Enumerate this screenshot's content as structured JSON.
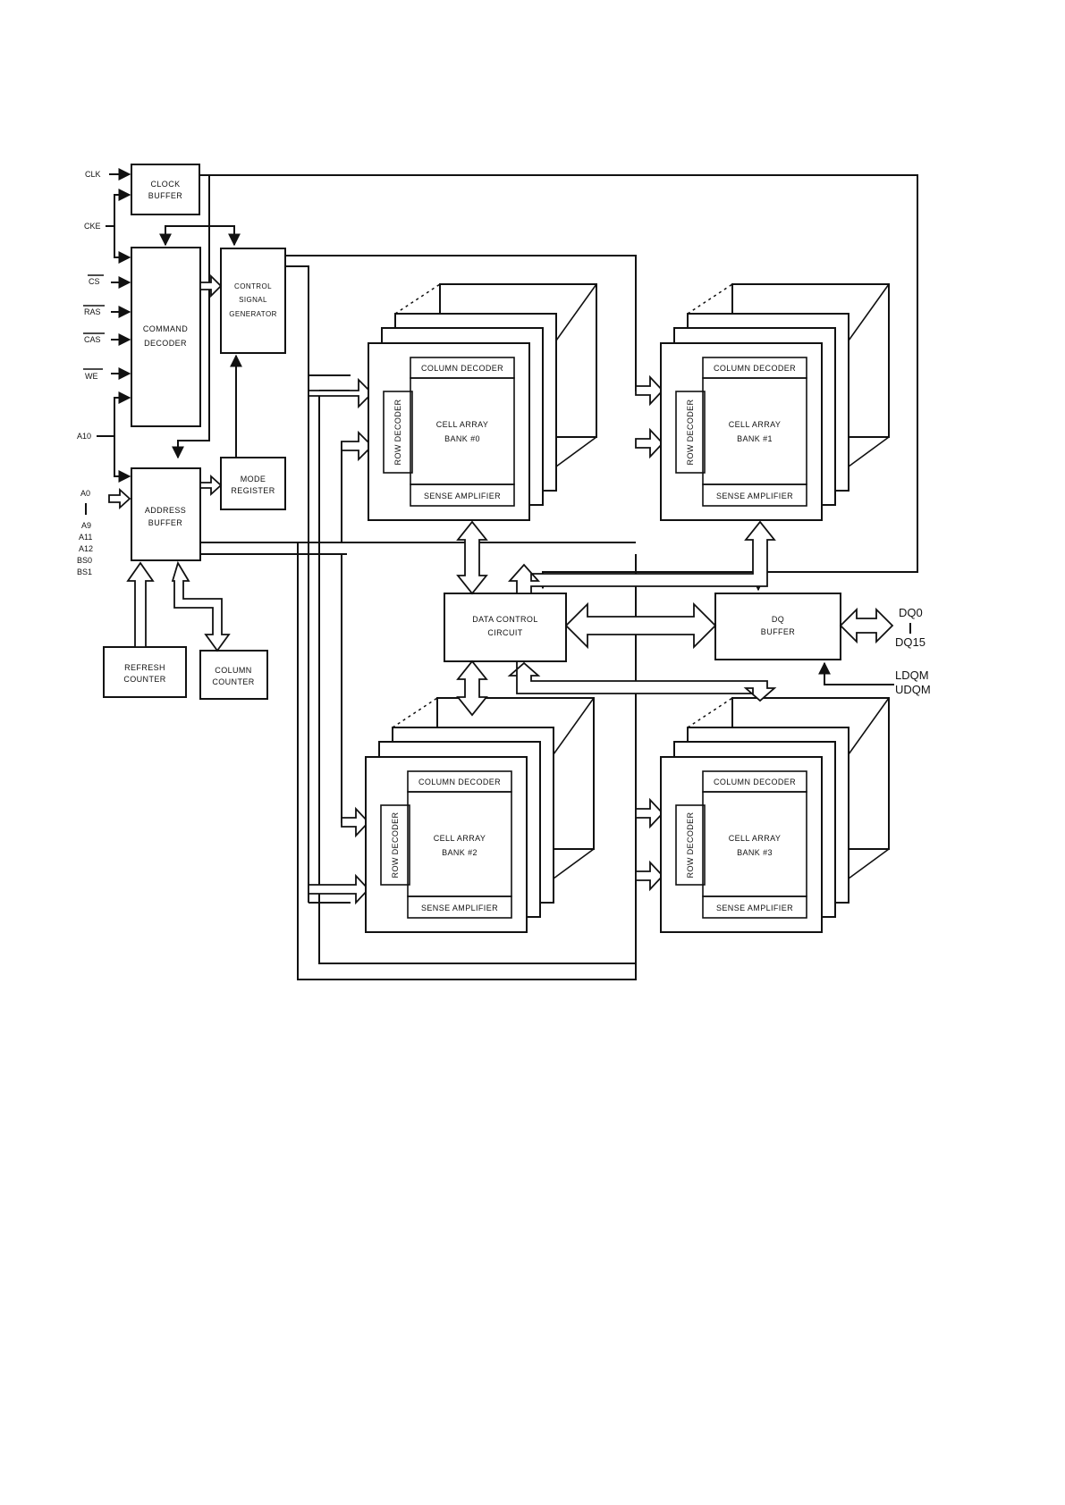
{
  "pins": {
    "clk": "CLK",
    "cke": "CKE",
    "cs": "CS",
    "ras": "RAS",
    "cas": "CAS",
    "we": "WE",
    "a10": "A10",
    "addr": [
      "A0",
      "|",
      "A9",
      "A11",
      "A12",
      "BS0",
      "BS1"
    ],
    "dq": [
      "DQ0",
      "|",
      "DQ15"
    ],
    "mask": [
      "LDQM",
      "UDQM"
    ]
  },
  "blocks": {
    "clock_buffer": [
      "CLOCK",
      "BUFFER"
    ],
    "command_decoder": [
      "COMMAND",
      "DECODER"
    ],
    "control_signal_generator": [
      "CONTROL",
      "SIGNAL",
      "GENERATOR"
    ],
    "address_buffer": [
      "ADDRESS",
      "BUFFER"
    ],
    "mode_register": [
      "MODE",
      "REGISTER"
    ],
    "refresh_counter": [
      "REFRESH",
      "COUNTER"
    ],
    "column_counter": [
      "COLUMN",
      "COUNTER"
    ],
    "data_control_circuit": [
      "DATA CONTROL",
      "CIRCUIT"
    ],
    "dq_buffer": [
      "DQ",
      "BUFFER"
    ]
  },
  "bank_labels": {
    "column_decoder": "COLUMN DECODER",
    "row_decoder": "ROW DECODER",
    "sense_amplifier": "SENSE AMPLIFIER",
    "cell_array": "CELL ARRAY"
  },
  "banks": [
    {
      "id": "bank0",
      "name": "BANK #0"
    },
    {
      "id": "bank1",
      "name": "BANK #1"
    },
    {
      "id": "bank2",
      "name": "BANK #2"
    },
    {
      "id": "bank3",
      "name": "BANK #3"
    }
  ]
}
